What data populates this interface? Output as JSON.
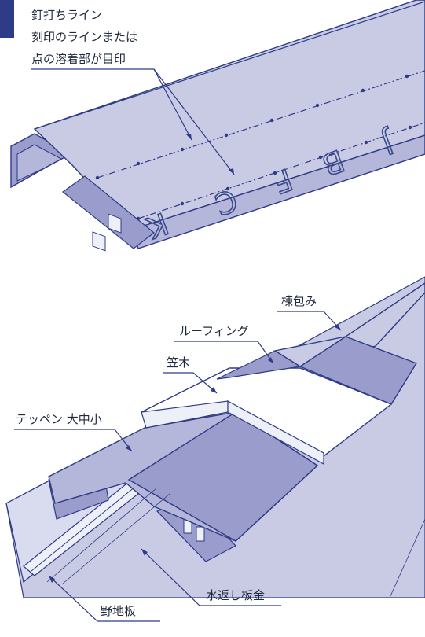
{
  "top_callout": {
    "line1": "釘打ちライン",
    "line2": "刻印のラインまたは",
    "line3": "点の溶着部が目印"
  },
  "stamp_letters": [
    "K",
    "C",
    "F",
    "B",
    "J"
  ],
  "labels": {
    "mune_tsutsumi": "棟包み",
    "roofing": "ルーフィング",
    "kasagi": "笠木",
    "teppen": "テッペン 大中小",
    "noji_ita": "野地板",
    "mizu_kaeshi": "水返し板金"
  },
  "colors": {
    "face": "#c9cbe4",
    "face_light": "#d9dbee",
    "face_dark": "#9a9ccb",
    "edge": "#2e3b86",
    "accent_bar": "#2e3b86"
  }
}
